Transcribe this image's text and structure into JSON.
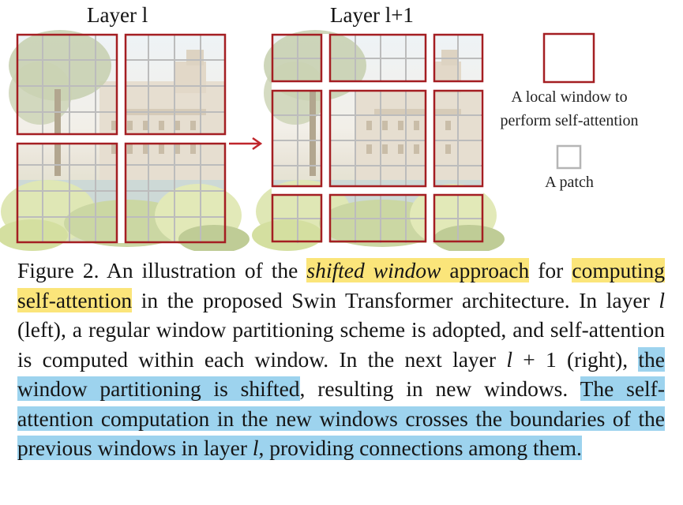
{
  "figure": {
    "left_title": "Layer l",
    "right_title": "Layer l+1",
    "legend": {
      "window_label_line1": "A local window to",
      "window_label_line2": "perform self-attention",
      "patch_label": "A patch"
    },
    "colors": {
      "window_border": "#a41e22",
      "arrow": "#c0262c",
      "patch_grid": "#b8b8b8"
    }
  },
  "caption": {
    "p1": "Figure 2. An illustration of the ",
    "p2": "shifted window",
    "p3": " approach",
    "p4": " for ",
    "p5": "computing self-attention",
    "p6": " in the proposed Swin Transformer architecture.  In layer ",
    "p7": "l",
    "p8": " (left), a regular window partitioning scheme is adopted, and self-attention is computed within each window.  In the next layer ",
    "p9": "l",
    "p10": " + 1 (right), ",
    "p11": "the window partitioning is shifted",
    "p12": ", resulting in new windows. ",
    "p13": "The self-attention computation in the new windows crosses the boundaries of the previous windows in layer ",
    "p14": "l",
    "p15": ", providing connections among them."
  }
}
